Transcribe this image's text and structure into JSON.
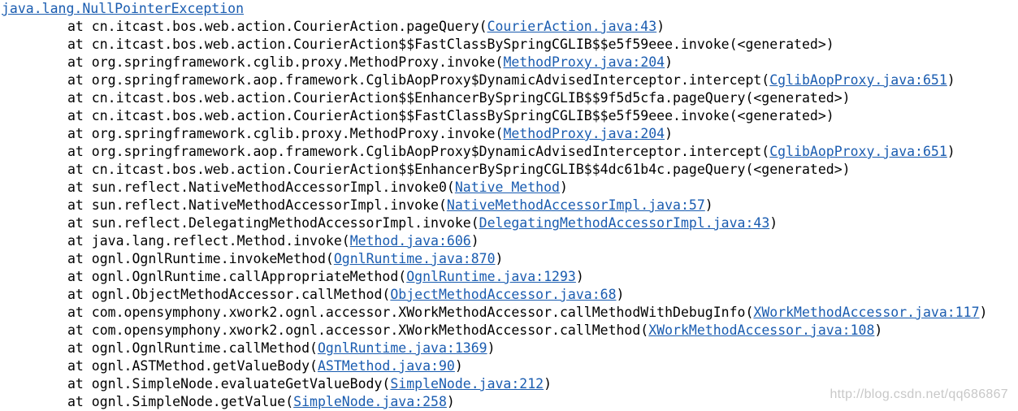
{
  "exception": {
    "name": "java.lang.NullPointerException"
  },
  "frames": [
    {
      "method": "at cn.itcast.bos.web.action.CourierAction.pageQuery(",
      "source": "CourierAction.java:43",
      "tail": ")"
    },
    {
      "method": "at cn.itcast.bos.web.action.CourierAction$$FastClassBySpringCGLIB$$e5f59eee.invoke(<generated>)",
      "source": "",
      "tail": ""
    },
    {
      "method": "at org.springframework.cglib.proxy.MethodProxy.invoke(",
      "source": "MethodProxy.java:204",
      "tail": ")"
    },
    {
      "method": "at org.springframework.aop.framework.CglibAopProxy$DynamicAdvisedInterceptor.intercept(",
      "source": "CglibAopProxy.java:651",
      "tail": ")"
    },
    {
      "method": "at cn.itcast.bos.web.action.CourierAction$$EnhancerBySpringCGLIB$$9f5d5cfa.pageQuery(<generated>)",
      "source": "",
      "tail": ""
    },
    {
      "method": "at cn.itcast.bos.web.action.CourierAction$$FastClassBySpringCGLIB$$e5f59eee.invoke(<generated>)",
      "source": "",
      "tail": ""
    },
    {
      "method": "at org.springframework.cglib.proxy.MethodProxy.invoke(",
      "source": "MethodProxy.java:204",
      "tail": ")"
    },
    {
      "method": "at org.springframework.aop.framework.CglibAopProxy$DynamicAdvisedInterceptor.intercept(",
      "source": "CglibAopProxy.java:651",
      "tail": ")"
    },
    {
      "method": "at cn.itcast.bos.web.action.CourierAction$$EnhancerBySpringCGLIB$$4dc61b4c.pageQuery(<generated>)",
      "source": "",
      "tail": ""
    },
    {
      "method": "at sun.reflect.NativeMethodAccessorImpl.invoke0(",
      "source": "Native Method",
      "tail": ")"
    },
    {
      "method": "at sun.reflect.NativeMethodAccessorImpl.invoke(",
      "source": "NativeMethodAccessorImpl.java:57",
      "tail": ")"
    },
    {
      "method": "at sun.reflect.DelegatingMethodAccessorImpl.invoke(",
      "source": "DelegatingMethodAccessorImpl.java:43",
      "tail": ")"
    },
    {
      "method": "at java.lang.reflect.Method.invoke(",
      "source": "Method.java:606",
      "tail": ")"
    },
    {
      "method": "at ognl.OgnlRuntime.invokeMethod(",
      "source": "OgnlRuntime.java:870",
      "tail": ")"
    },
    {
      "method": "at ognl.OgnlRuntime.callAppropriateMethod(",
      "source": "OgnlRuntime.java:1293",
      "tail": ")"
    },
    {
      "method": "at ognl.ObjectMethodAccessor.callMethod(",
      "source": "ObjectMethodAccessor.java:68",
      "tail": ")"
    },
    {
      "method": "at com.opensymphony.xwork2.ognl.accessor.XWorkMethodAccessor.callMethodWithDebugInfo(",
      "source": "XWorkMethodAccessor.java:117",
      "tail": ")"
    },
    {
      "method": "at com.opensymphony.xwork2.ognl.accessor.XWorkMethodAccessor.callMethod(",
      "source": "XWorkMethodAccessor.java:108",
      "tail": ")"
    },
    {
      "method": "at ognl.OgnlRuntime.callMethod(",
      "source": "OgnlRuntime.java:1369",
      "tail": ")"
    },
    {
      "method": "at ognl.ASTMethod.getValueBody(",
      "source": "ASTMethod.java:90",
      "tail": ")"
    },
    {
      "method": "at ognl.SimpleNode.evaluateGetValueBody(",
      "source": "SimpleNode.java:212",
      "tail": ")"
    },
    {
      "method": "at ognl.SimpleNode.getValue(",
      "source": "SimpleNode.java:258",
      "tail": ")"
    }
  ],
  "watermark": "http://blog.csdn.net/qq686867",
  "colors": {
    "link": "#1a5cb0",
    "text": "#000000",
    "background": "#ffffff"
  }
}
